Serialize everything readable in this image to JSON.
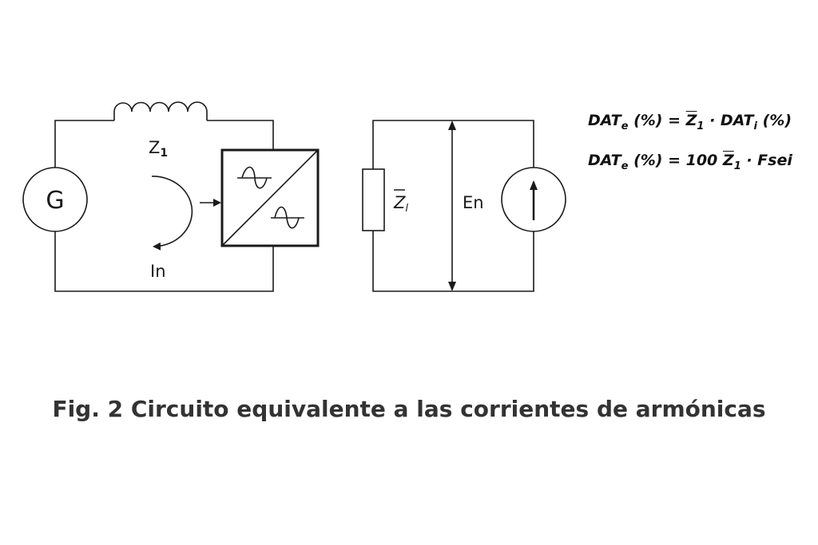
{
  "diagram": {
    "generator_label": "G",
    "inductor_label": "Z",
    "inductor_subscript": "1",
    "current_label": "In",
    "load_label": "Z",
    "load_subscript": "l",
    "voltage_label": "En"
  },
  "equations": [
    {
      "lhs": "DAT",
      "lhs_sub": "e",
      "rest": " (%) = ",
      "z": "Z",
      "z_sub": "1",
      "tail": " · DAT",
      "tail_sub": "i",
      "tail_end": " (%)"
    },
    {
      "lhs": "DAT",
      "lhs_sub": "e",
      "rest": " (%) = 100 ",
      "z": "Z",
      "z_sub": "1",
      "tail": " · Fsei"
    }
  ],
  "caption": "Fig. 2 Circuito equivalente a las corrientes de armónicas"
}
